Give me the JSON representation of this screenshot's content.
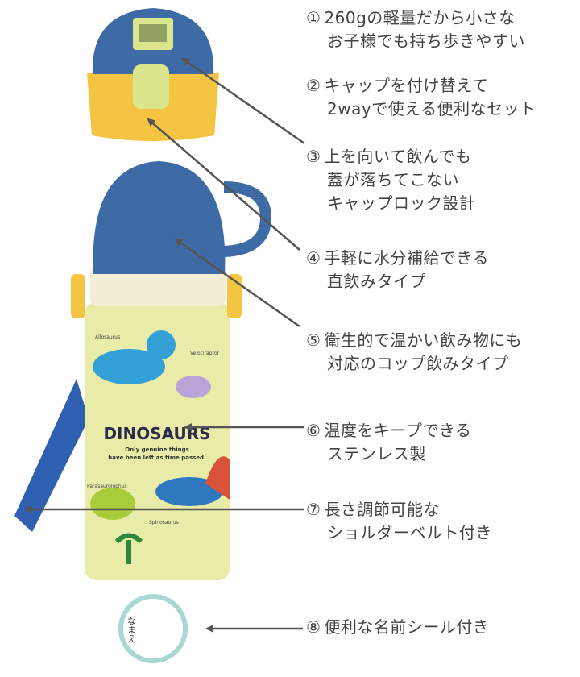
{
  "product": {
    "print_title": "DINOSAURS",
    "print_tagline_1": "Only genuine things",
    "print_tagline_2": "have been left as time passed.",
    "dino_names": [
      "Allosaurus",
      "Velociraptor",
      "Parasaurolophus",
      "Spinosaurus"
    ],
    "name_sticker_label": "なまえ",
    "colors": {
      "cap_blue": "#3e6aa6",
      "cap_yellow": "#f6c443",
      "latch_green": "#dbe68c",
      "body": "#e9eca9",
      "band": "#f3edd6",
      "strap": "#2f5fb0"
    }
  },
  "features": [
    {
      "num": "①",
      "lines": [
        "260gの軽量だから小さな",
        "お子様でも持ち歩きやすい"
      ]
    },
    {
      "num": "②",
      "lines": [
        "キャップを付け替えて",
        "2wayで使える便利なセット"
      ]
    },
    {
      "num": "③",
      "lines": [
        "上を向いて飲んでも",
        "蓋が落ちてこない",
        "キャップロック設計"
      ]
    },
    {
      "num": "④",
      "lines": [
        "手軽に水分補給できる",
        "直飲みタイプ"
      ]
    },
    {
      "num": "⑤",
      "lines": [
        "衛生的で温かい飲み物にも",
        "対応のコップ飲みタイプ"
      ]
    },
    {
      "num": "⑥",
      "lines": [
        "温度をキープできる",
        "ステンレス製"
      ]
    },
    {
      "num": "⑦",
      "lines": [
        "長さ調節可能な",
        "ショルダーベルト付き"
      ]
    },
    {
      "num": "⑧",
      "lines": [
        "便利な名前シール付き"
      ]
    }
  ]
}
